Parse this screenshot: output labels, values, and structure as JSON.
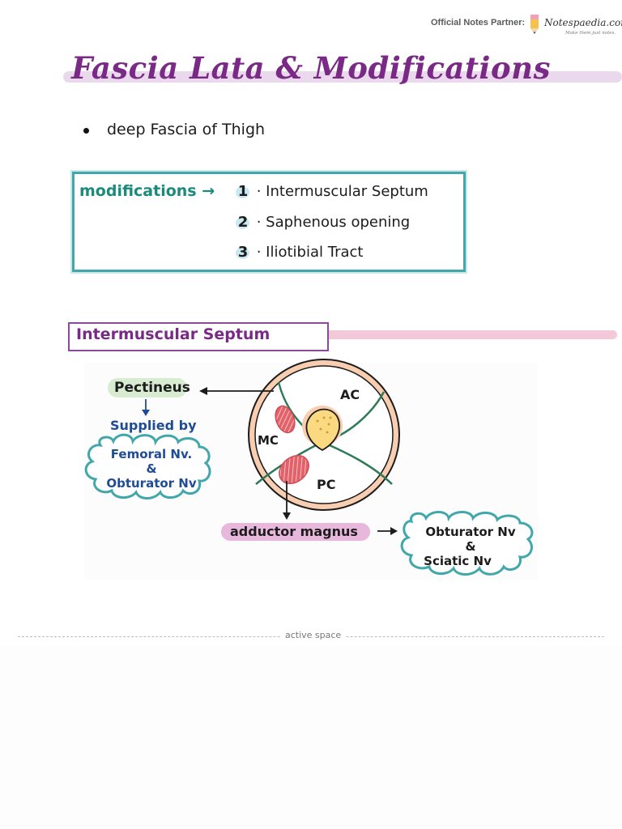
{
  "header": {
    "partner_label": "Official Notes Partner:",
    "brand_name": "Notespaedia.com",
    "brand_tagline": "Make them just notes."
  },
  "title": "Fascia Lata & Modifications",
  "bullet": "deep Fascia of Thigh",
  "modifications": {
    "label": "modifications →",
    "items": [
      {
        "num": "1",
        "text": "· Intermuscular Septum"
      },
      {
        "num": "2",
        "text": "· Saphenous opening"
      },
      {
        "num": "3",
        "text": "· Iliotibial Tract"
      }
    ]
  },
  "section_title": "Intermuscular Septum",
  "diagram": {
    "pectineus": "Pectineus",
    "supplied_by": "Supplied by",
    "femoral_nv": "Femoral Nv.",
    "and1": "&",
    "obturator_nv_left": "Obturator Nv",
    "compartments": {
      "ac": "AC",
      "mc": "MC",
      "pc": "PC"
    },
    "adductor_magnus": "adductor magnus",
    "obturator_nv_right": "Obturator Nv",
    "and2": "&",
    "sciatic_nv": "Sciatic Nv",
    "colors": {
      "teal": "#41a7ab",
      "purple": "#7a2a86",
      "green_pill": "#d8ecd2",
      "pink_pill": "#e7b8dc",
      "blue_text": "#1f4c95",
      "septum_green": "#2d7a57",
      "muscle_red": "#e2626a"
    }
  },
  "footer": {
    "active_space": "active space"
  }
}
